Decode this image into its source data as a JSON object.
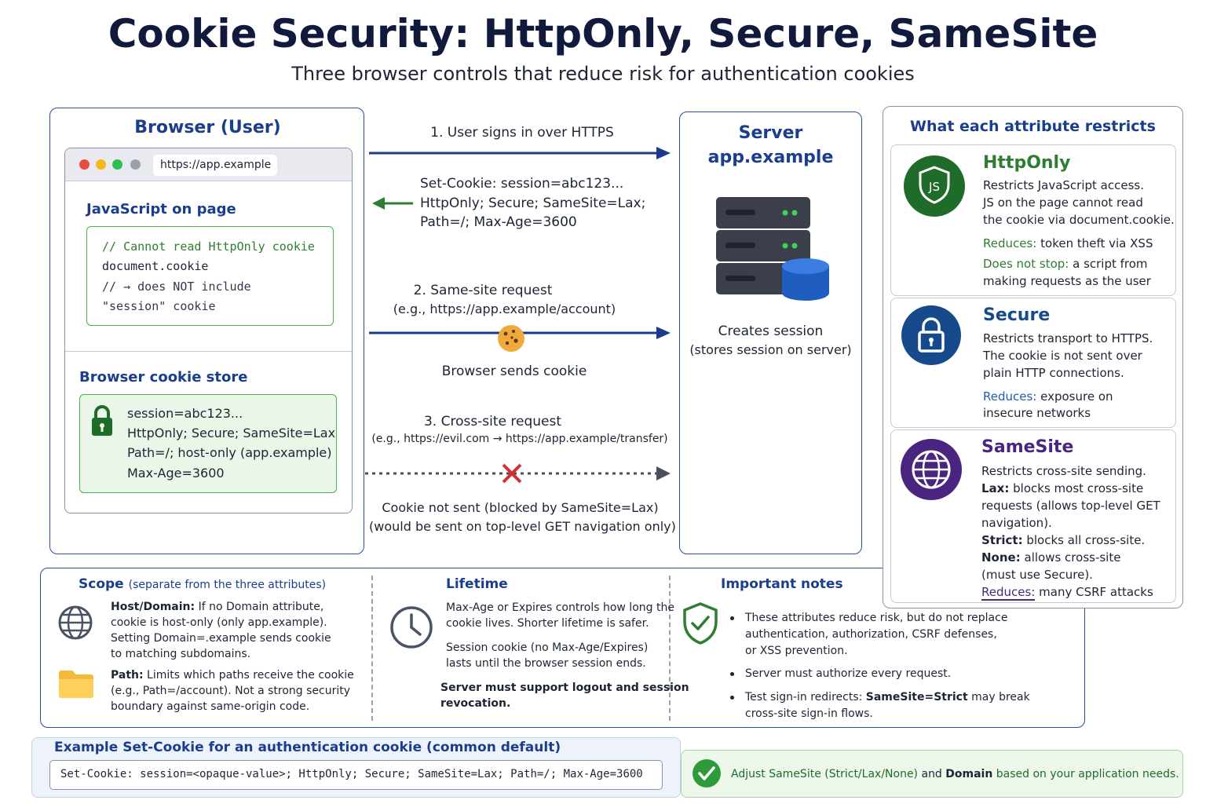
{
  "header": {
    "title": "Cookie Security: HttpOnly, Secure, SameSite",
    "subtitle": "Three browser controls that reduce risk for authentication cookies"
  },
  "browser": {
    "title": "Browser (User)",
    "url": "https://app.example",
    "js_section_title": "JavaScript on page",
    "code_lines": [
      "// Cannot read HttpOnly cookie",
      "document.cookie",
      "// → does NOT include",
      "\"session\" cookie"
    ],
    "store_title": "Browser cookie store",
    "store_lines": [
      "session=abc123...",
      "HttpOnly; Secure; SameSite=Lax",
      "Path=/; host-only (app.example)",
      "Max-Age=3600"
    ]
  },
  "flows": {
    "step1": "1. User signs in over HTTPS",
    "set_cookie_lines": [
      "Set-Cookie: session=abc123...",
      "HttpOnly; Secure; SameSite=Lax;",
      "Path=/; Max-Age=3600"
    ],
    "step2": "2. Same-site request",
    "step2_example": "(e.g., https://app.example/account)",
    "step2_note": "Browser sends cookie",
    "step3": "3. Cross-site request",
    "step3_example": "(e.g., https://evil.com → https://app.example/transfer)",
    "step3_note_1": "Cookie not sent (blocked by SameSite=Lax)",
    "step3_note_2": "(would be sent on top-level GET navigation only)"
  },
  "server": {
    "title_1": "Server",
    "title_2": "app.example",
    "caption_1": "Creates session",
    "caption_2": "(stores session on server)"
  },
  "attributes": {
    "title": "What each attribute restricts",
    "httponly": {
      "name": "HttpOnly",
      "badge": "JS",
      "desc": [
        "Restricts JavaScript access.",
        "JS on the page cannot read",
        "the cookie via document.cookie."
      ],
      "reduces_label": "Reduces:",
      "reduces": "token theft via XSS",
      "not_stop_label": "Does not stop:",
      "not_stop_1": "a script from",
      "not_stop_2": "making requests as the user"
    },
    "secure": {
      "name": "Secure",
      "desc": [
        "Restricts transport to HTTPS.",
        "The cookie is not sent over",
        "plain HTTP connections."
      ],
      "reduces_label": "Reduces:",
      "reduces_1": "exposure on",
      "reduces_2": "insecure networks"
    },
    "samesite": {
      "name": "SameSite",
      "line1": "Restricts cross-site sending.",
      "lax_label": "Lax:",
      "lax_1": "blocks most cross-site",
      "lax_2": "requests (allows top-level GET",
      "lax_3": "navigation).",
      "strict_label": "Strict:",
      "strict": "blocks all cross-site.",
      "none_label": "None:",
      "none_1": "allows cross-site",
      "none_2": "(must use Secure).",
      "reduces_label": "Reduces:",
      "reduces": "many CSRF attacks"
    }
  },
  "scope": {
    "title": "Scope",
    "title_note": "(separate from the three attributes)",
    "host_label": "Host/Domain:",
    "host_lines": [
      "If no Domain attribute,",
      "cookie is host-only (only app.example).",
      "Setting Domain=.example sends cookie",
      "to matching subdomains."
    ],
    "path_label": "Path:",
    "path_lines": [
      "Limits which paths receive the cookie",
      "(e.g., Path=/account). Not a strong security",
      "boundary against same-origin code."
    ]
  },
  "lifetime": {
    "title": "Lifetime",
    "p1": [
      "Max-Age or Expires controls how long the",
      "cookie lives. Shorter lifetime is safer."
    ],
    "p2": [
      "Session cookie (no Max-Age/Expires)",
      "lasts until the browser session ends."
    ],
    "p3": [
      "Server must support logout and session",
      "revocation."
    ]
  },
  "notes": {
    "title": "Important notes",
    "b1": [
      "These attributes reduce risk, but do not replace",
      "authentication, authorization, CSRF defenses,",
      "or XSS prevention."
    ],
    "b2": "Server must authorize every request.",
    "b3_prefix": "Test sign-in redirects:",
    "b3_bold": "SameSite=Strict",
    "b3_suffix": "may break",
    "b3_line2": "cross-site sign-in flows."
  },
  "example": {
    "title": "Example Set-Cookie for an authentication cookie (common default)",
    "code": "Set-Cookie: session=<opaque-value>; HttpOnly; Secure; SameSite=Lax; Path=/; Max-Age=3600"
  },
  "tip": {
    "prefix": "Adjust",
    "samesite": "SameSite (Strict/Lax/None)",
    "and": "and",
    "domain": "Domain",
    "suffix": "based on your application needs."
  },
  "colors": {
    "navy": "#1b2f7a",
    "green": "#2e7d32",
    "blue": "#174a8c",
    "purple": "#4a2580",
    "red": "#d32f2f"
  }
}
